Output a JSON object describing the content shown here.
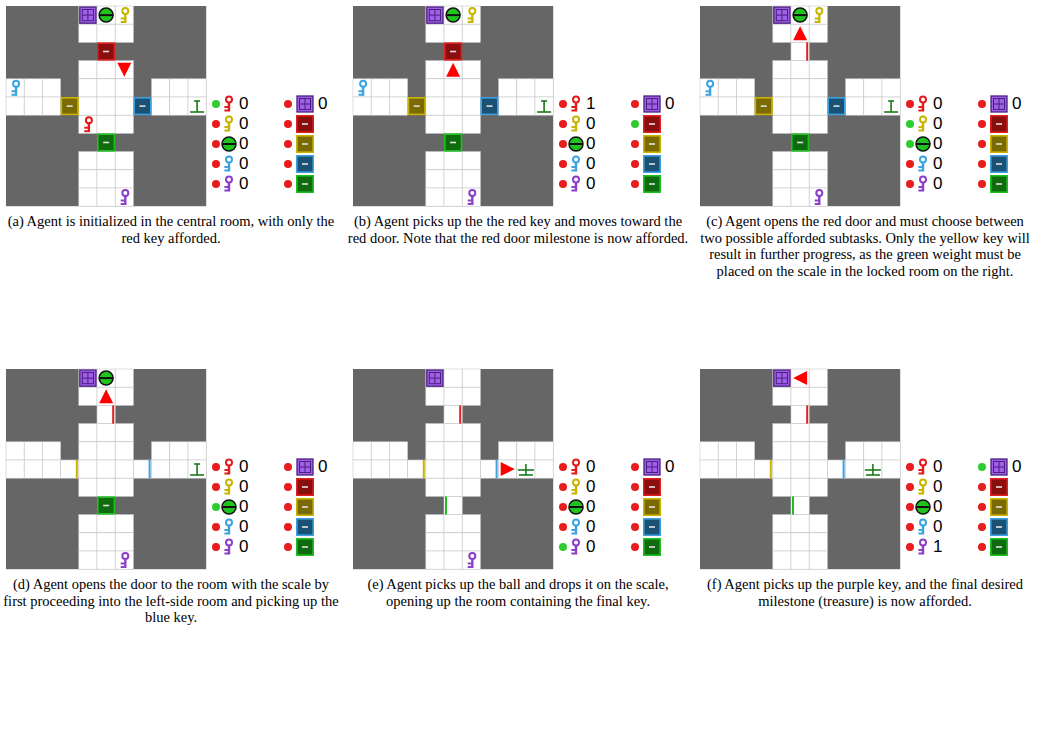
{
  "diagram": {
    "labels": [
      "0",
      "0",
      "0",
      "0",
      "0",
      "0",
      "(a) Agent is initialized in the central room, with only the red key afforded.",
      "1",
      "0",
      "0",
      "0",
      "0",
      "0",
      "(b) Agent picks up the the red key and moves toward the red door. Note that the red door milestone is now afforded.",
      "0",
      "0",
      "0",
      "0",
      "0",
      "0",
      "(c) Agent opens the red door and must choose between two possible afforded subtasks. Only the yellow key will result in further progress, as the green weight must be placed on the scale in the locked room on the right.",
      "0",
      "0",
      "0",
      "0",
      "0",
      "0",
      "(d) Agent opens the door to the room with the scale by first proceeding into the left-side room and picking up the blue key.",
      "0",
      "0",
      "0",
      "0",
      "0",
      "0",
      "(e) Agent picks up the ball and drops it on the scale, opening up the room containing the final key.",
      "0",
      "0",
      "0",
      "0",
      "1",
      "0",
      "(f) Agent picks up the purple key, and the final desired milestone (treasure) is now afforded."
    ]
  }
}
